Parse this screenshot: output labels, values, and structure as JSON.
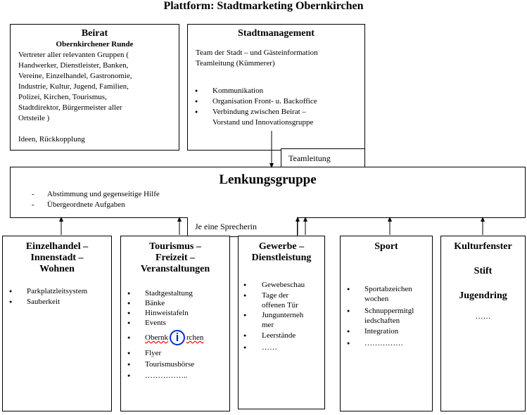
{
  "title": "Plattform: Stadtmarketing Obernkirchen",
  "beirat": {
    "title": "Beirat",
    "subtitle": "Obernkirchener Runde",
    "lines": [
      "Vertreter aller relevanten Gruppen (",
      "Handwerker, Dienstleister, Banken,",
      "Vereine, Einzelhandel,  Gastronomie,",
      "Industrie, Kultur, Jugend, Familien,",
      "Polizei, Kirchen, Tourismus,",
      "Stadtdirektor, Bürgermeister aller",
      "Ortsteile )"
    ],
    "footer": "Ideen, Rückkopplung"
  },
  "stadtmanagement": {
    "title": "Stadtmanagement",
    "lines": [
      "Team der Stadt – und Gästeinformation",
      "Teamleitung  (Kümmerer)"
    ],
    "items": [
      "Kommunikation",
      "Organisation Front- u. Backoffice",
      "Verbindung zwischen Beirat –",
      "Vorstand und Innovationsgruppe"
    ]
  },
  "teamleitung": "Teamleitung",
  "lenkungsgruppe": {
    "title": "Lenkungsgruppe",
    "items": [
      "Abstimmung und gegenseitige Hilfe",
      "Übergeordnete Aufgaben"
    ]
  },
  "sprecherin": "Je eine Sprecherin",
  "einzelhandel": {
    "title": [
      "Einzelhandel –",
      "Innenstadt –",
      "Wohnen"
    ],
    "items": [
      "Parkplatzleitsystem",
      "Sauberkeit"
    ]
  },
  "tourismus": {
    "title": [
      "Tourismus –",
      "Freizeit –",
      "Veranstaltungen"
    ],
    "items": [
      "Stadtgestaltung",
      "Bänke",
      "Hinweistafeln",
      "Events"
    ],
    "obernk_left": "Obernk",
    "obernk_right": "rchen",
    "info_glyph": "i",
    "items2": [
      "Flyer",
      "Tourismusbörse",
      "…………….."
    ]
  },
  "gewerbe": {
    "title": [
      "Gewerbe –",
      "Dienstleistung"
    ],
    "items": [
      "Gewebeschau",
      "Tage der",
      "offenen Tür",
      "Jungunterneh",
      "mer",
      "Leerstände",
      "……"
    ]
  },
  "sport": {
    "title": "Sport",
    "items": [
      "Sportabzeichen",
      "wochen",
      "Schnuppermitgl",
      "iedschaften",
      "Integration",
      "……………"
    ]
  },
  "kultur": {
    "title1": "Kulturfenster",
    "title2": "Stift",
    "title3": "Jugendring",
    "dots": "……"
  },
  "colors": {
    "info_icon": "#0033cc",
    "spell_underline": "#ff0000"
  }
}
